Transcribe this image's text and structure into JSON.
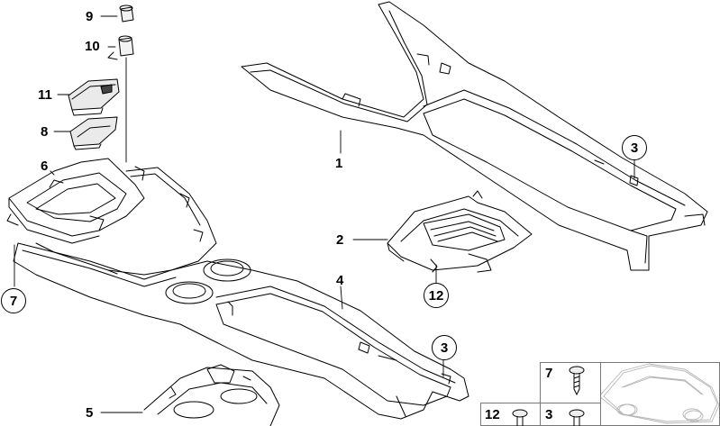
{
  "callouts": {
    "c1": "1",
    "c2": "2",
    "c3a": "3",
    "c3b": "3",
    "c4": "4",
    "c5": "5",
    "c6": "6",
    "c7": "7",
    "c8": "8",
    "c9": "9",
    "c10": "10",
    "c11": "11",
    "c12": "12"
  },
  "legend": {
    "l7": "7",
    "l12": "12",
    "l3": "3"
  },
  "colors": {
    "line": "#000000",
    "fill": "#ffffff",
    "shade": "#d9d9d9",
    "car": "#c8c8c8"
  }
}
